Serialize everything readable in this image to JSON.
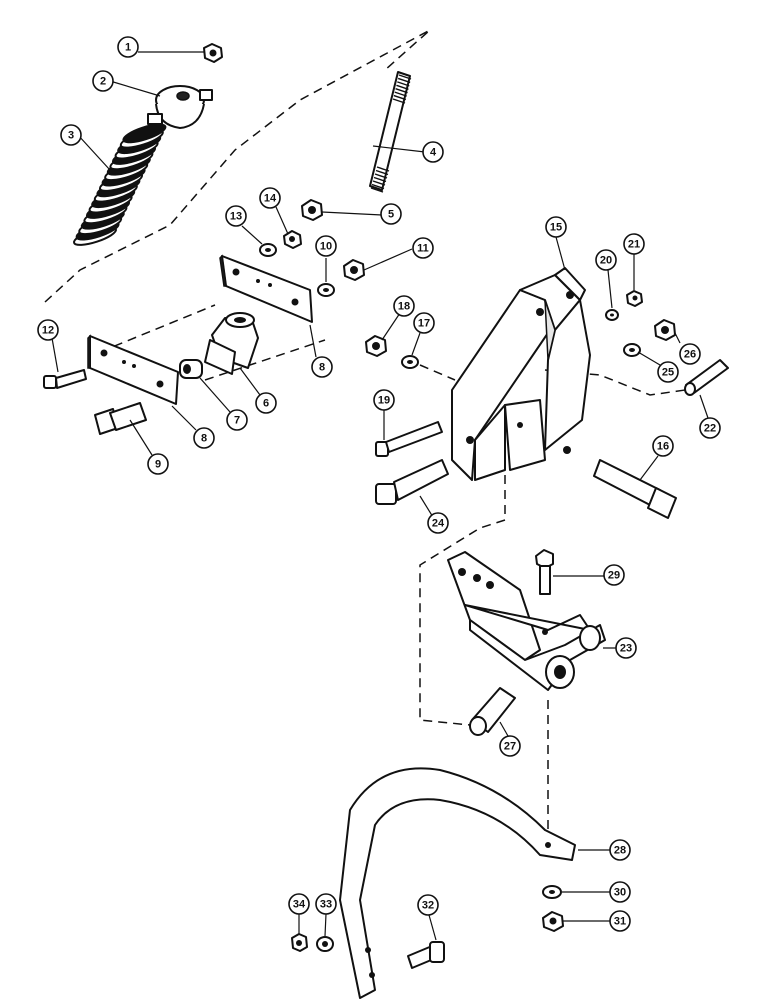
{
  "callouts": [
    {
      "id": "1",
      "label": "1"
    },
    {
      "id": "2",
      "label": "2"
    },
    {
      "id": "3",
      "label": "3"
    },
    {
      "id": "4",
      "label": "4"
    },
    {
      "id": "5",
      "label": "5"
    },
    {
      "id": "6",
      "label": "6"
    },
    {
      "id": "7",
      "label": "7"
    },
    {
      "id": "8a",
      "label": "8"
    },
    {
      "id": "8b",
      "label": "8"
    },
    {
      "id": "9",
      "label": "9"
    },
    {
      "id": "10",
      "label": "10"
    },
    {
      "id": "11",
      "label": "11"
    },
    {
      "id": "12",
      "label": "12"
    },
    {
      "id": "13",
      "label": "13"
    },
    {
      "id": "14",
      "label": "14"
    },
    {
      "id": "15",
      "label": "15"
    },
    {
      "id": "16",
      "label": "16"
    },
    {
      "id": "17",
      "label": "17"
    },
    {
      "id": "18",
      "label": "18"
    },
    {
      "id": "19",
      "label": "19"
    },
    {
      "id": "20",
      "label": "20"
    },
    {
      "id": "21",
      "label": "21"
    },
    {
      "id": "22",
      "label": "22"
    },
    {
      "id": "23",
      "label": "23"
    },
    {
      "id": "24",
      "label": "24"
    },
    {
      "id": "25",
      "label": "25"
    },
    {
      "id": "26",
      "label": "26"
    },
    {
      "id": "27",
      "label": "27"
    },
    {
      "id": "28",
      "label": "28"
    },
    {
      "id": "29",
      "label": "29"
    },
    {
      "id": "30",
      "label": "30"
    },
    {
      "id": "31",
      "label": "31"
    },
    {
      "id": "32",
      "label": "32"
    },
    {
      "id": "33",
      "label": "33"
    },
    {
      "id": "34",
      "label": "34"
    }
  ]
}
